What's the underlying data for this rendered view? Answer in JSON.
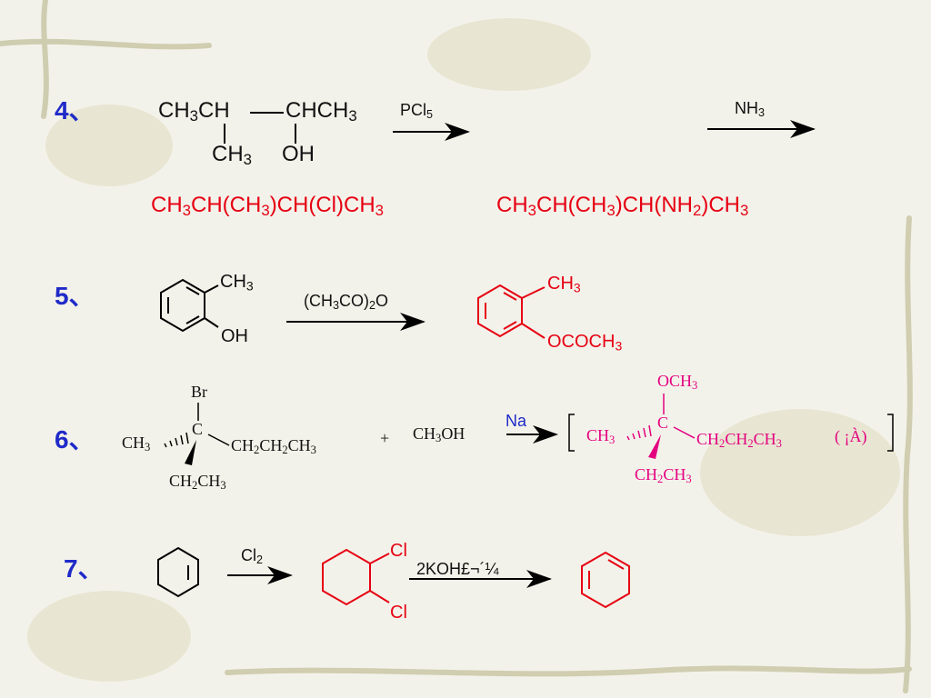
{
  "colors": {
    "number": "#1f2ac8",
    "product": "#e60012",
    "product_alt": "#e4007f",
    "reagent": "#1f2ac8"
  },
  "problems": [
    {
      "number": "4、",
      "reactant": {
        "top_left": "CH",
        "top_left_sub": "3",
        "top_mid": "CH",
        "top_right": "CHCH",
        "top_right_sub": "3",
        "branch": "CH",
        "branch_sub": "3",
        "oh": "OH"
      },
      "reagent1": {
        "main": "PCl",
        "sub": "5"
      },
      "reagent2": {
        "main": "NH",
        "sub": "3"
      },
      "product1": [
        "CH",
        "3",
        "CH(CH",
        "3",
        ")CH(Cl)CH",
        "3"
      ],
      "product2": [
        "CH",
        "3",
        "CH(CH",
        "3",
        ")CH(NH",
        "2",
        ")CH",
        "3"
      ]
    },
    {
      "number": "5、",
      "reactant_ch3": {
        "main": "CH",
        "sub": "3"
      },
      "reactant_oh": "OH",
      "reagent": [
        "(CH",
        "3",
        "CO)",
        "2",
        "O"
      ],
      "product_ch3": {
        "main": "CH",
        "sub": "3"
      },
      "product_ester": {
        "main": "OCOCH",
        "sub": "3"
      }
    },
    {
      "number": "6、",
      "reactant": {
        "br": "Br",
        "c": "C",
        "left": "CH",
        "left_sub": "3",
        "right": [
          "CH",
          "2",
          "CH",
          "2",
          "CH",
          "3"
        ],
        "bottom": [
          "CH",
          "2",
          "CH",
          "3"
        ]
      },
      "plus": "+",
      "coreactant": {
        "main": "CH",
        "sub": "3",
        "tail": "OH"
      },
      "reagent": "Na",
      "product": {
        "top": {
          "main": "OCH",
          "sub": "3"
        },
        "c": "C",
        "left": "CH",
        "left_sub": "3",
        "right": [
          "CH",
          "2",
          "CH",
          "2",
          "CH",
          "3"
        ],
        "bottom": [
          "CH",
          "2",
          "CH",
          "3"
        ],
        "note": "( ¡À)"
      }
    },
    {
      "number": "7、",
      "reagent1": {
        "main": "Cl",
        "sub": "2"
      },
      "intermediate_cl_top": "Cl",
      "intermediate_cl_bottom": "Cl",
      "reagent2": "2KOH£¬´¼"
    }
  ]
}
